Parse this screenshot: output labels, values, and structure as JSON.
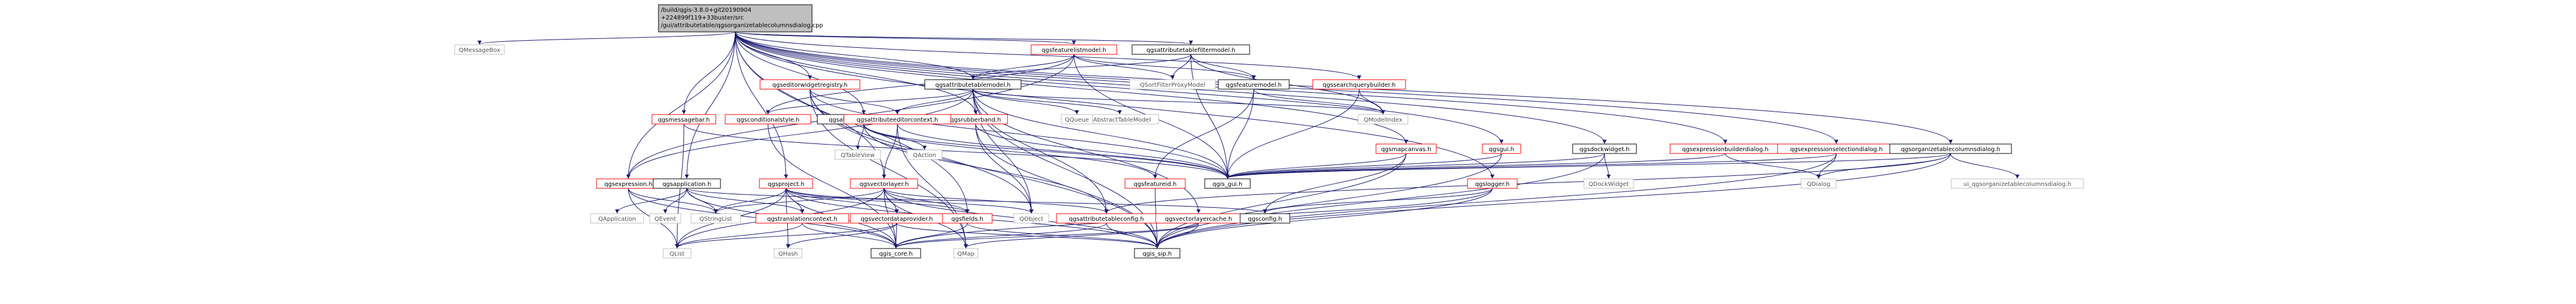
{
  "colors": {
    "root_fill": "#bfbfbf",
    "root_stroke": "#000000",
    "documented_stroke": "#ff0000",
    "undocumented_stroke": "#bfbfbf",
    "external_text": "#000000",
    "link_text": "#000000",
    "edge": "#191970"
  },
  "root": {
    "name": "root",
    "lines": [
      "/build/qgis-3.8.0+git20190904",
      "+224899f119+33buster/src",
      "/gui/attributetable/qgsorganizetablecolumnsdialog.cpp"
    ]
  },
  "nodes": [
    {
      "name": "qmessagebox",
      "label": "QMessageBox",
      "kind": "external"
    },
    {
      "name": "qgsfeaturelistmodel",
      "label": "qgsfeaturelistmodel.h",
      "kind": "doc"
    },
    {
      "name": "qgsattributetablefiltermodel",
      "label": "qgsattributetablefiltermodel.h",
      "kind": "file"
    },
    {
      "name": "qgseditorwidgetregistry",
      "label": "qgseditorwidgetregistry.h",
      "kind": "doc"
    },
    {
      "name": "qgsattributetablemodel",
      "label": "qgsattributetablemodel.h",
      "kind": "file"
    },
    {
      "name": "qsortfilterproxymodel",
      "label": "QSortFilterProxyModel",
      "kind": "external"
    },
    {
      "name": "qgsfeaturemodel",
      "label": "qgsfeaturemodel.h",
      "kind": "file"
    },
    {
      "name": "qgssearchquerybuilder",
      "label": "qgssearchquerybuilder.h",
      "kind": "doc"
    },
    {
      "name": "qmodelindex",
      "label": "QModelIndex",
      "kind": "external"
    },
    {
      "name": "qgsattributetableview",
      "label": "qgsattributetableview.h",
      "kind": "file"
    },
    {
      "name": "qgsrubberband",
      "label": "qgsrubberband.h",
      "kind": "doc"
    },
    {
      "name": "qabstracttablemodel",
      "label": "QAbstractTableModel",
      "kind": "external"
    },
    {
      "name": "qgsmapcanvas",
      "label": "qgsmapcanvas.h",
      "kind": "doc"
    },
    {
      "name": "qgsgui",
      "label": "qgsgui.h",
      "kind": "doc"
    },
    {
      "name": "qgsdockwidget",
      "label": "qgsdockwidget.h",
      "kind": "file"
    },
    {
      "name": "qgsexpressionbuilderdialog",
      "label": "qgsexpressionbuilderdialog.h",
      "kind": "doc"
    },
    {
      "name": "qgsexpressionselectiondialog",
      "label": "qgsexpressionselectiondialog.h",
      "kind": "doc"
    },
    {
      "name": "qgsorganizetablecolumnsdialog",
      "label": "qgsorganizetablecolumnsdialog.h",
      "kind": "file"
    },
    {
      "name": "qgsmessagebar",
      "label": "qgsmessagebar.h",
      "kind": "doc"
    },
    {
      "name": "qgsconditionalstyle",
      "label": "qgsconditionalstyle.h",
      "kind": "doc"
    },
    {
      "name": "qgsattributeeditorcontext",
      "label": "qgsattributeeditorcontext.h",
      "kind": "doc"
    },
    {
      "name": "qqueue",
      "label": "QQueue",
      "kind": "external"
    },
    {
      "name": "qtableview",
      "label": "QTableView",
      "kind": "external"
    },
    {
      "name": "qaction",
      "label": "QAction",
      "kind": "external"
    },
    {
      "name": "qgsexpression",
      "label": "qgsexpression.h",
      "kind": "doc"
    },
    {
      "name": "qgsapplication",
      "label": "qgsapplication.h",
      "kind": "file"
    },
    {
      "name": "qgsproject",
      "label": "qgsproject.h",
      "kind": "doc"
    },
    {
      "name": "qgsvectorlayer",
      "label": "qgsvectorlayer.h",
      "kind": "doc"
    },
    {
      "name": "qgsfeatureid",
      "label": "qgsfeatureid.h",
      "kind": "doc"
    },
    {
      "name": "qgis_gui",
      "label": "qgis_gui.h",
      "kind": "file"
    },
    {
      "name": "qgslogger",
      "label": "qgslogger.h",
      "kind": "doc"
    },
    {
      "name": "qdockwidget",
      "label": "QDockWidget",
      "kind": "external"
    },
    {
      "name": "qdialog",
      "label": "QDialog",
      "kind": "external"
    },
    {
      "name": "ui_qgsorganizetablecolumnsdialog",
      "label": "ui_qgsorganizetablecolumnsdialog.h",
      "kind": "external"
    },
    {
      "name": "qapplication",
      "label": "QApplication",
      "kind": "external"
    },
    {
      "name": "qevent",
      "label": "QEvent",
      "kind": "external"
    },
    {
      "name": "qstringlist",
      "label": "QStringList",
      "kind": "external"
    },
    {
      "name": "qgstranslationcontext",
      "label": "qgstranslationcontext.h",
      "kind": "doc"
    },
    {
      "name": "qgsvectordataprovider",
      "label": "qgsvectordataprovider.h",
      "kind": "doc"
    },
    {
      "name": "qgsfields",
      "label": "qgsfields.h",
      "kind": "doc"
    },
    {
      "name": "qobject",
      "label": "QObject",
      "kind": "external"
    },
    {
      "name": "qgsattributetableconfig",
      "label": "qgsattributetableconfig.h",
      "kind": "doc"
    },
    {
      "name": "qgsvectorlayercache",
      "label": "qgsvectorlayercache.h",
      "kind": "doc"
    },
    {
      "name": "qgsconfig",
      "label": "qgsconfig.h",
      "kind": "file"
    },
    {
      "name": "qlist",
      "label": "QList",
      "kind": "external"
    },
    {
      "name": "qhash",
      "label": "QHash",
      "kind": "external"
    },
    {
      "name": "qgis_core",
      "label": "qgis_core.h",
      "kind": "file"
    },
    {
      "name": "qmap",
      "label": "QMap",
      "kind": "external"
    },
    {
      "name": "qgis_sip",
      "label": "qgis_sip.h",
      "kind": "file"
    }
  ]
}
